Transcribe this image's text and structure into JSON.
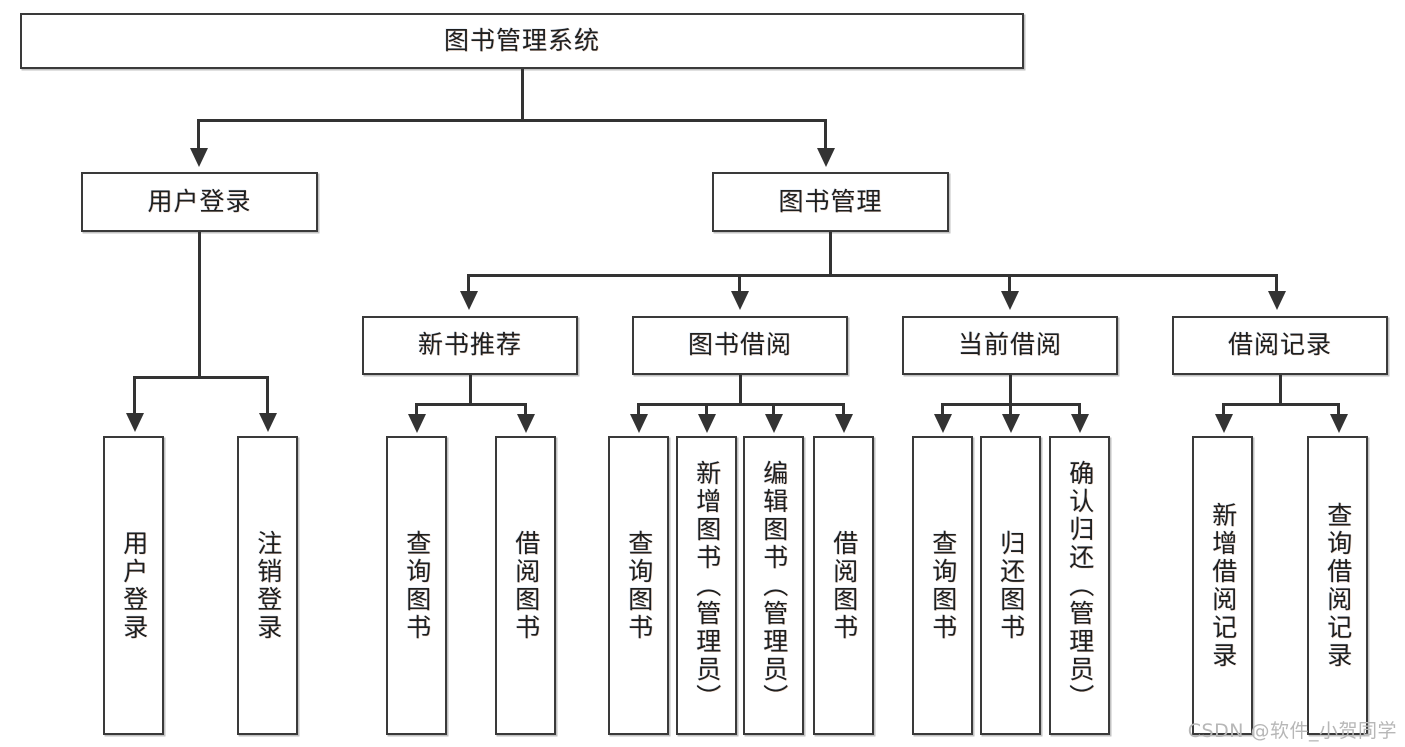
{
  "diagram": {
    "title": "图书管理系统",
    "type": "tree",
    "watermark": "CSDN @软件_小贺同学"
  },
  "root": {
    "label": "图书管理系统"
  },
  "level2": [
    {
      "label": "用户登录"
    },
    {
      "label": "图书管理"
    }
  ],
  "level3": [
    {
      "label": "新书推荐"
    },
    {
      "label": "图书借阅"
    },
    {
      "label": "当前借阅"
    },
    {
      "label": "借阅记录"
    }
  ],
  "leaves": {
    "user_login": [
      {
        "label": "用户登录"
      },
      {
        "label": "注销登录"
      }
    ],
    "new_book": [
      {
        "label": "查询图书"
      },
      {
        "label": "借阅图书"
      }
    ],
    "book_borrow": [
      {
        "label": "查询图书"
      },
      {
        "label": "新增图书（管理员）"
      },
      {
        "label": "编辑图书（管理员）"
      },
      {
        "label": "借阅图书"
      }
    ],
    "current_borrow": [
      {
        "label": "查询图书"
      },
      {
        "label": "归还图书"
      },
      {
        "label": "确认归还（管理员）"
      }
    ],
    "borrow_record": [
      {
        "label": "新增借阅记录"
      },
      {
        "label": "查询借阅记录"
      }
    ]
  },
  "colors": {
    "stroke": "#333333",
    "box_border": "#3a3a3a",
    "background": "#ffffff",
    "watermark": "#b7b7b7"
  }
}
